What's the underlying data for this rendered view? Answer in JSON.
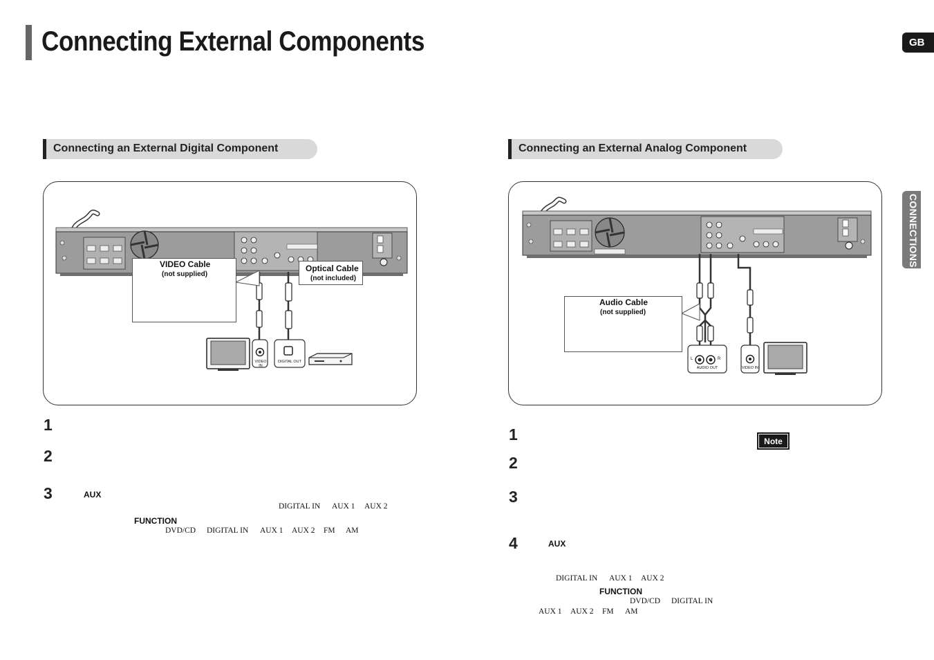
{
  "page": {
    "title": "Connecting External Components",
    "lang_tab": "GB",
    "side_tab": "CONNECTIONS"
  },
  "digital": {
    "heading": "Connecting an External Digital Component",
    "callouts": {
      "video_cable": "VIDEO Cable",
      "video_cable_note": "(not supplied)",
      "optical_cable": "Optical Cable",
      "optical_cable_note": "(not included)"
    },
    "jacks": {
      "video_in": "VIDEO IN",
      "digital_out": "DIGITAL OUT"
    },
    "steps": [
      "1",
      "2",
      "3"
    ],
    "step3": {
      "aux": "AUX",
      "sequence1": [
        "DIGITAL IN",
        "AUX 1",
        "AUX 2"
      ],
      "function": "FUNCTION",
      "sequence2": [
        "DVD/CD",
        "DIGITAL IN",
        "AUX 1",
        "AUX 2",
        "FM",
        "AM"
      ]
    }
  },
  "analog": {
    "heading": "Connecting an External Analog Component",
    "callouts": {
      "audio_cable": "Audio Cable",
      "audio_cable_note": "(not supplied)"
    },
    "jacks": {
      "audio_out": "AUDIO OUT",
      "left": "L",
      "right": "R",
      "video_in": "VIDEO IN"
    },
    "note": "Note",
    "steps": [
      "1",
      "2",
      "3",
      "4"
    ],
    "step4": {
      "aux": "AUX",
      "sequence1": [
        "DIGITAL IN",
        "AUX 1",
        "AUX 2"
      ],
      "function": "FUNCTION",
      "sequence2a": [
        "DVD/CD",
        "DIGITAL IN"
      ],
      "sequence2b": [
        "AUX 1",
        "AUX 2",
        "FM",
        "AM"
      ]
    }
  }
}
